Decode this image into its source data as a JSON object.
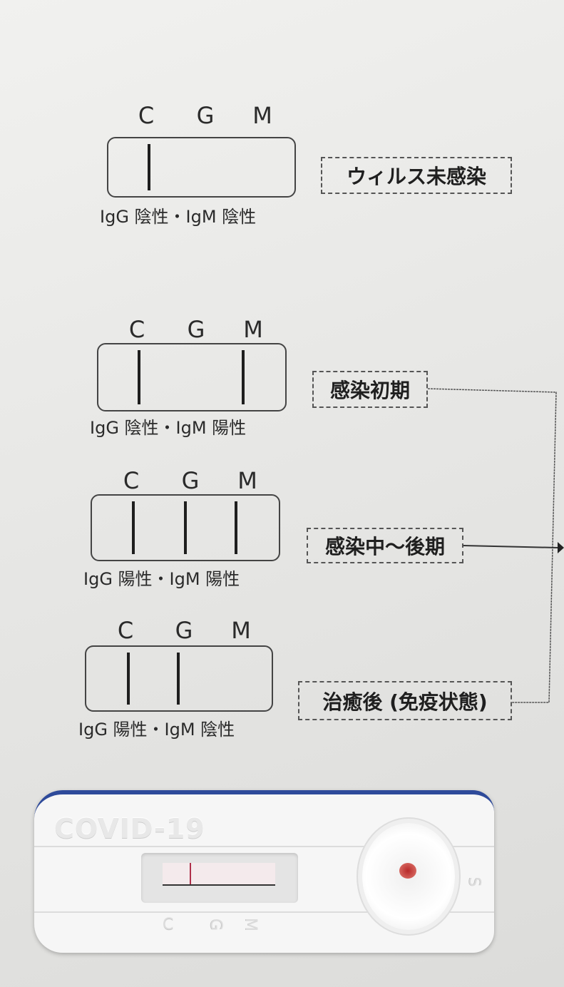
{
  "diagrams": [
    {
      "letters": [
        "C",
        "G",
        "M"
      ],
      "bands": {
        "C": true,
        "G": false,
        "M": false
      },
      "caption": "IgG 陰性・IgM 陰性",
      "status": "ウィルス未感染"
    },
    {
      "letters": [
        "C",
        "G",
        "M"
      ],
      "bands": {
        "C": true,
        "G": false,
        "M": true
      },
      "caption": "IgG 陰性・IgM 陽性",
      "status": "感染初期"
    },
    {
      "letters": [
        "C",
        "G",
        "M"
      ],
      "bands": {
        "C": true,
        "G": true,
        "M": true
      },
      "caption": "IgG 陽性・IgM 陽性",
      "status": "感染中〜後期"
    },
    {
      "letters": [
        "C",
        "G",
        "M"
      ],
      "bands": {
        "C": true,
        "G": true,
        "M": false
      },
      "caption": "IgG 陽性・IgM 陰性",
      "status": "治癒後 (免疫状態)"
    }
  ],
  "cassette": {
    "brand": "COVID-19",
    "marks": [
      "C",
      "G",
      "M"
    ],
    "sample_mark": "S",
    "result_bands": {
      "C": true,
      "G": false,
      "M": false
    },
    "colors": {
      "band": "#b0304a",
      "top_stripe": "#2e4a9a",
      "sample": "#b82a2a"
    }
  }
}
